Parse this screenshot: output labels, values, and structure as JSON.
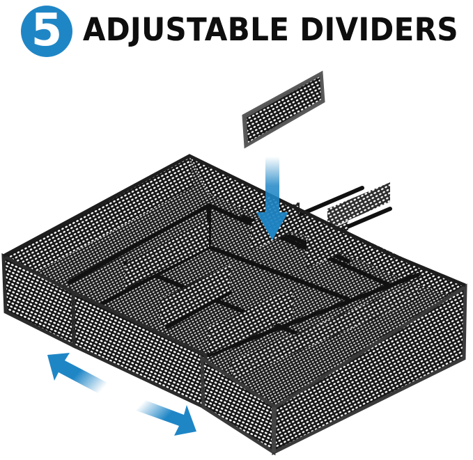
{
  "header": {
    "badge_number": "5",
    "title": "ADJUSTABLE DIVIDERS"
  },
  "colors": {
    "accent_blue": "#1f86c6",
    "mesh_dark": "#141414",
    "frame_gray": "#3a3a3a",
    "background": "#ffffff"
  },
  "illustration": {
    "subject": "mesh drawer organizer tray",
    "divider_panel": "floating removable mesh divider",
    "down_arrow": "insert divider indicator",
    "double_arrow": "expandable width indicator"
  }
}
